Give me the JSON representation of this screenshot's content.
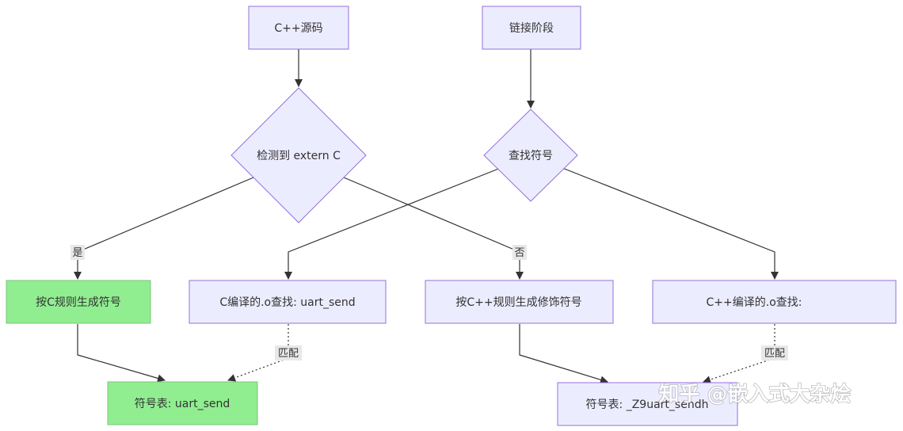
{
  "nodes": {
    "cpp_source": {
      "label": "C++源码"
    },
    "link_stage": {
      "label": "链接阶段"
    },
    "detect_extern_c": {
      "label": "检测到 extern C"
    },
    "find_symbol": {
      "label": "查找符号"
    },
    "c_rule_symbol": {
      "label": "按C规则生成符号"
    },
    "c_obj_lookup": {
      "label": "C编译的.o查找: uart_send"
    },
    "cpp_rule_symbol": {
      "label": "按C++规则生成修饰符号"
    },
    "cpp_obj_lookup": {
      "label": "C++编译的.o查找:"
    },
    "symtab_c": {
      "label": "符号表: uart_send"
    },
    "symtab_cpp": {
      "label": "符号表: _Z9uart_sendh"
    }
  },
  "edge_labels": {
    "yes": "是",
    "no": "否",
    "match_left": "匹配",
    "match_right": "匹配"
  },
  "watermark": "知乎 @嵌入式大杂烩",
  "colors": {
    "node_fill": "#ececff",
    "node_stroke": "#9370db",
    "green_fill": "#90ee90",
    "green_stroke": "#7cc47c",
    "edge": "#333333",
    "label_bg": "#e8e8e8"
  }
}
